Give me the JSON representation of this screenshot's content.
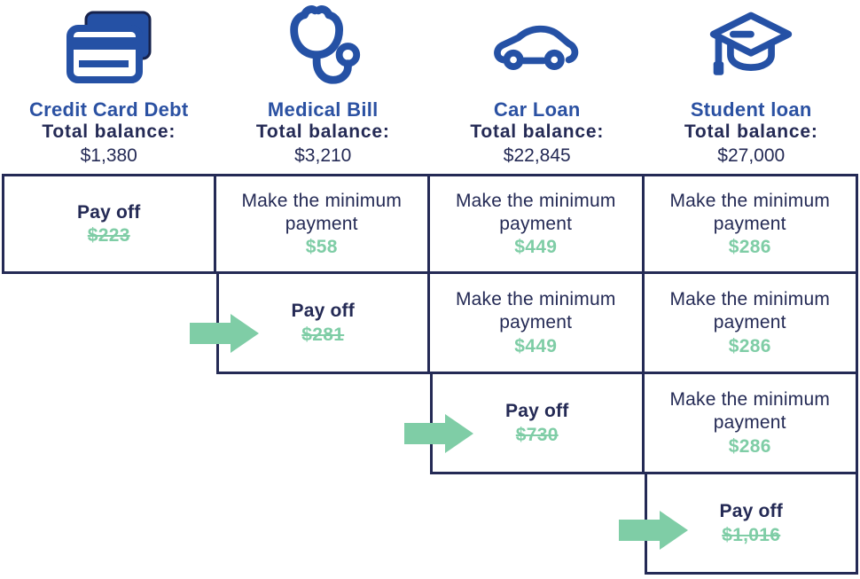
{
  "colors": {
    "navy_text": "#242A55",
    "grid_border": "#242A55",
    "heading_blue": "#2B51A2",
    "icon_blue": "#2551A5",
    "green": "#7FCDA6",
    "background": "#FFFFFF"
  },
  "icons": [
    "credit-card-icon",
    "stethoscope-icon",
    "car-icon",
    "graduation-cap-icon",
    "arrow-right-icon"
  ],
  "debts": [
    {
      "title": "Credit Card Debt",
      "balance_label": "Total balance:",
      "balance": "$1,380"
    },
    {
      "title": "Medical Bill",
      "balance_label": "Total balance:",
      "balance": "$3,210"
    },
    {
      "title": "Car Loan",
      "balance_label": "Total balance:",
      "balance": "$22,845"
    },
    {
      "title": "Student loan",
      "balance_label": "Total balance:",
      "balance": "$27,000"
    }
  ],
  "plan": {
    "r1c1": {
      "label": "Pay off",
      "amount": "$223",
      "struck": true,
      "arrow": false
    },
    "r1c2": {
      "label": "Make the minimum payment",
      "amount": "$58",
      "struck": false,
      "arrow": false
    },
    "r1c3": {
      "label": "Make the minimum payment",
      "amount": "$449",
      "struck": false,
      "arrow": false
    },
    "r1c4": {
      "label": "Make the minimum payment",
      "amount": "$286",
      "struck": false,
      "arrow": false
    },
    "r2c2": {
      "label": "Pay off",
      "amount": "$281",
      "struck": true,
      "arrow": true
    },
    "r2c3": {
      "label": "Make the minimum payment",
      "amount": "$449",
      "struck": false,
      "arrow": false
    },
    "r2c4": {
      "label": "Make the minimum payment",
      "amount": "$286",
      "struck": false,
      "arrow": false
    },
    "r3c3": {
      "label": "Pay off",
      "amount": "$730",
      "struck": true,
      "arrow": true
    },
    "r3c4": {
      "label": "Make the minimum payment",
      "amount": "$286",
      "struck": false,
      "arrow": false
    },
    "r4c4": {
      "label": "Pay off",
      "amount": "$1,016",
      "struck": true,
      "arrow": true
    }
  }
}
